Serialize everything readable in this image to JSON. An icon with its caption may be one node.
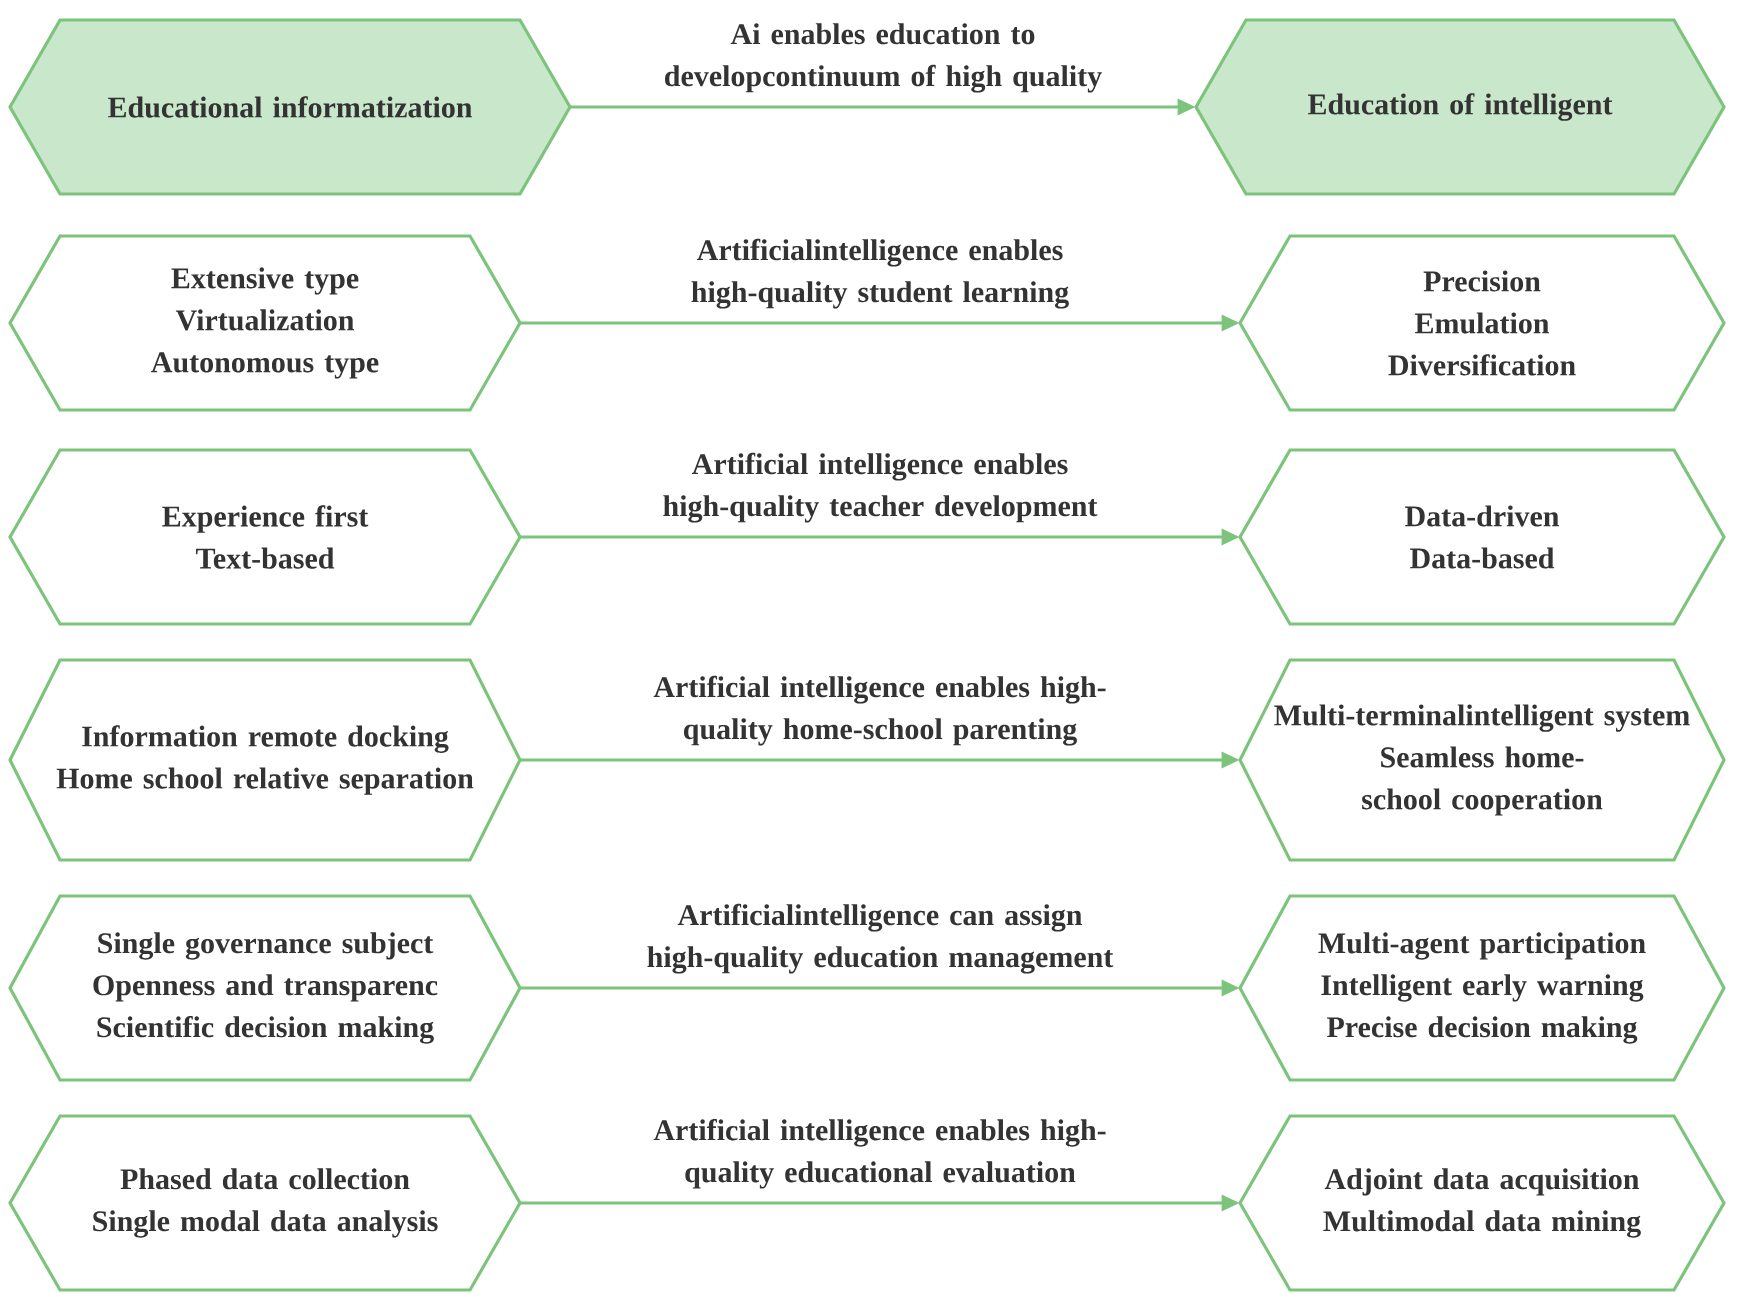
{
  "diagram": {
    "nodes": [
      {
        "text": [
          "Educational informatization"
        ]
      },
      {
        "text": [
          "Education of intelligent"
        ]
      },
      {
        "text": [
          "Extensive type",
          "Virtualization",
          "Autonomous type"
        ]
      },
      {
        "text": [
          "Precision",
          "Emulation",
          "Diversification"
        ]
      },
      {
        "text": [
          "Experience first",
          "Text-based"
        ]
      },
      {
        "text": [
          "Data-driven",
          "Data-based"
        ]
      },
      {
        "text": [
          "Information remote docking",
          "Home school relative separation"
        ]
      },
      {
        "text": [
          "Multi-terminalintelligent system",
          "Seamless home-school cooperation"
        ]
      },
      {
        "text": [
          "Single governance subject",
          "Openness and transparenc",
          "Scientific decision making"
        ]
      },
      {
        "text": [
          "Multi-agent participation",
          "Intelligent early warning",
          "Precise decision making"
        ]
      },
      {
        "text": [
          "Phased data collection",
          "Single modal data analysis"
        ]
      },
      {
        "text": [
          "Adjoint data acquisition",
          "Multimodal data mining"
        ]
      }
    ],
    "edges": [
      {
        "from": 0,
        "to": 1,
        "arrow": "to",
        "label": "Ai enables education to developcontinuum of high quality"
      },
      {
        "from": 2,
        "to": 3,
        "arrow": "to",
        "label": "Artificialintelligence enables high-quality student learning"
      },
      {
        "from": 4,
        "to": 5,
        "arrow": "to",
        "label": "Artificial intelligence enables high-quality teacher development"
      },
      {
        "from": 6,
        "to": 7,
        "arrow": "to",
        "label": "Artificial intelligence enables high-quality home-school parenting"
      },
      {
        "from": 8,
        "to": 9,
        "arrow": "to",
        "label": "Artificialintelligence can assign high-quality education management"
      },
      {
        "from": 10,
        "to": 11,
        "arrow": "to",
        "label": "Artificial intelligence enables high-quality educational evaluation"
      }
    ]
  }
}
